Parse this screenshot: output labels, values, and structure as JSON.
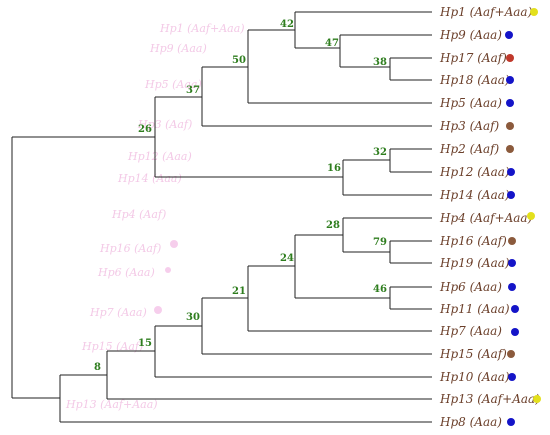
{
  "colors": {
    "Aaa": "#1414c8",
    "Aaf": "#8b5a3c",
    "Aaf+Aaa": "#e3e01c",
    "Aaf_highlight": "#c0392b",
    "branch": "#222222",
    "bootstrap": "#2e7d1e",
    "label": "#6b3f2a"
  },
  "tree": {
    "bootstrap_values": [
      "42",
      "47",
      "38",
      "50",
      "37",
      "26",
      "32",
      "16",
      "28",
      "79",
      "24",
      "46",
      "21",
      "30",
      "15",
      "8"
    ],
    "leaves": [
      {
        "label": "Hp1 (Aaf+Aaa)",
        "group": "Aaf+Aaa"
      },
      {
        "label": "Hp9 (Aaa)",
        "group": "Aaa"
      },
      {
        "label": "Hp17 (Aaf)",
        "group": "Aaf_highlight"
      },
      {
        "label": "Hp18 (Aaa)",
        "group": "Aaa"
      },
      {
        "label": "Hp5 (Aaa)",
        "group": "Aaa"
      },
      {
        "label": "Hp3 (Aaf)",
        "group": "Aaf"
      },
      {
        "label": "Hp2 (Aaf)",
        "group": "Aaf"
      },
      {
        "label": "Hp12 (Aaa)",
        "group": "Aaa"
      },
      {
        "label": "Hp14 (Aaa)",
        "group": "Aaa"
      },
      {
        "label": "Hp4 (Aaf+Aaa)",
        "group": "Aaf+Aaa"
      },
      {
        "label": "Hp16 (Aaf)",
        "group": "Aaf"
      },
      {
        "label": "Hp19 (Aaa)",
        "group": "Aaa"
      },
      {
        "label": "Hp6 (Aaa)",
        "group": "Aaa"
      },
      {
        "label": "Hp11 (Aaa)",
        "group": "Aaa"
      },
      {
        "label": "Hp7 (Aaa)",
        "group": "Aaa"
      },
      {
        "label": "Hp15 (Aaf)",
        "group": "Aaf"
      },
      {
        "label": "Hp10 (Aaa)",
        "group": "Aaa"
      },
      {
        "label": "Hp13 (Aaf+Aaa)",
        "group": "Aaf+Aaa"
      },
      {
        "label": "Hp8 (Aaa)",
        "group": "Aaa"
      }
    ]
  }
}
